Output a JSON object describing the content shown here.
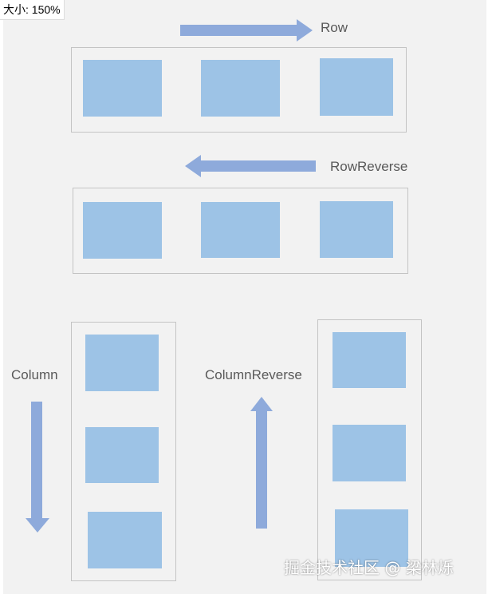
{
  "zoom": {
    "label": "大小: 150%"
  },
  "diagrams": {
    "row": {
      "label": "Row"
    },
    "row_reverse": {
      "label": "RowReverse"
    },
    "column": {
      "label": "Column"
    },
    "column_reverse": {
      "label": "ColumnReverse"
    }
  },
  "colors": {
    "item_fill": "#9dc3e6",
    "arrow_fill": "#8eaadb",
    "frame_border": "#c4c4c4",
    "background": "#f2f2f2"
  },
  "watermark": {
    "text": "掘金技术社区 @ 梁林烁"
  }
}
